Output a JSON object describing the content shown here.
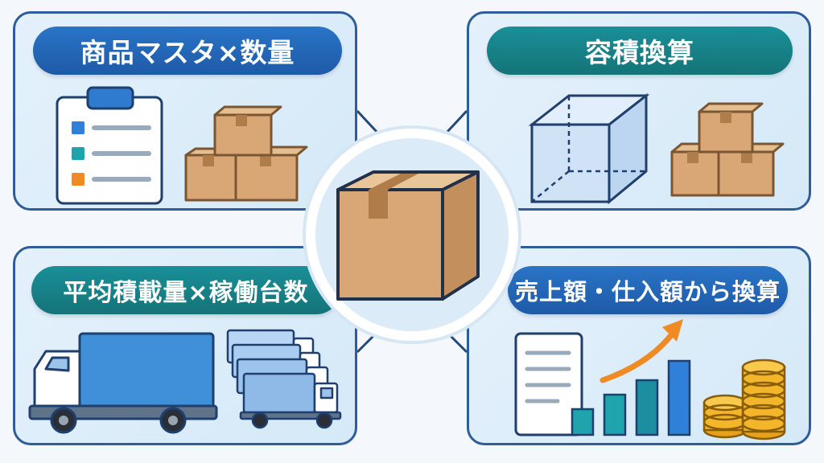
{
  "panels": {
    "top_left": {
      "title": "商品マスタ×数量"
    },
    "top_right": {
      "title": "容積換算"
    },
    "bottom_left": {
      "title": "平均積載量×稼働台数"
    },
    "bottom_right": {
      "title": "売上額・仕入額から換算"
    }
  },
  "colors": {
    "panel_border": "#2f5d9a",
    "pill_blue": "#1e5aa8",
    "pill_teal": "#147479",
    "cardboard": "#d8a775",
    "truck_blue": "#3f8fd9",
    "coin_gold": "#f3b529",
    "arrow_orange": "#f08a23"
  },
  "icons": [
    "clipboard-icon",
    "box-stack-icon",
    "cube-outline-icon",
    "cardboard-box-icon",
    "truck-icon",
    "truck-fleet-icon",
    "document-icon",
    "bar-chart-icon",
    "trend-arrow-icon",
    "coin-stack-icon"
  ]
}
